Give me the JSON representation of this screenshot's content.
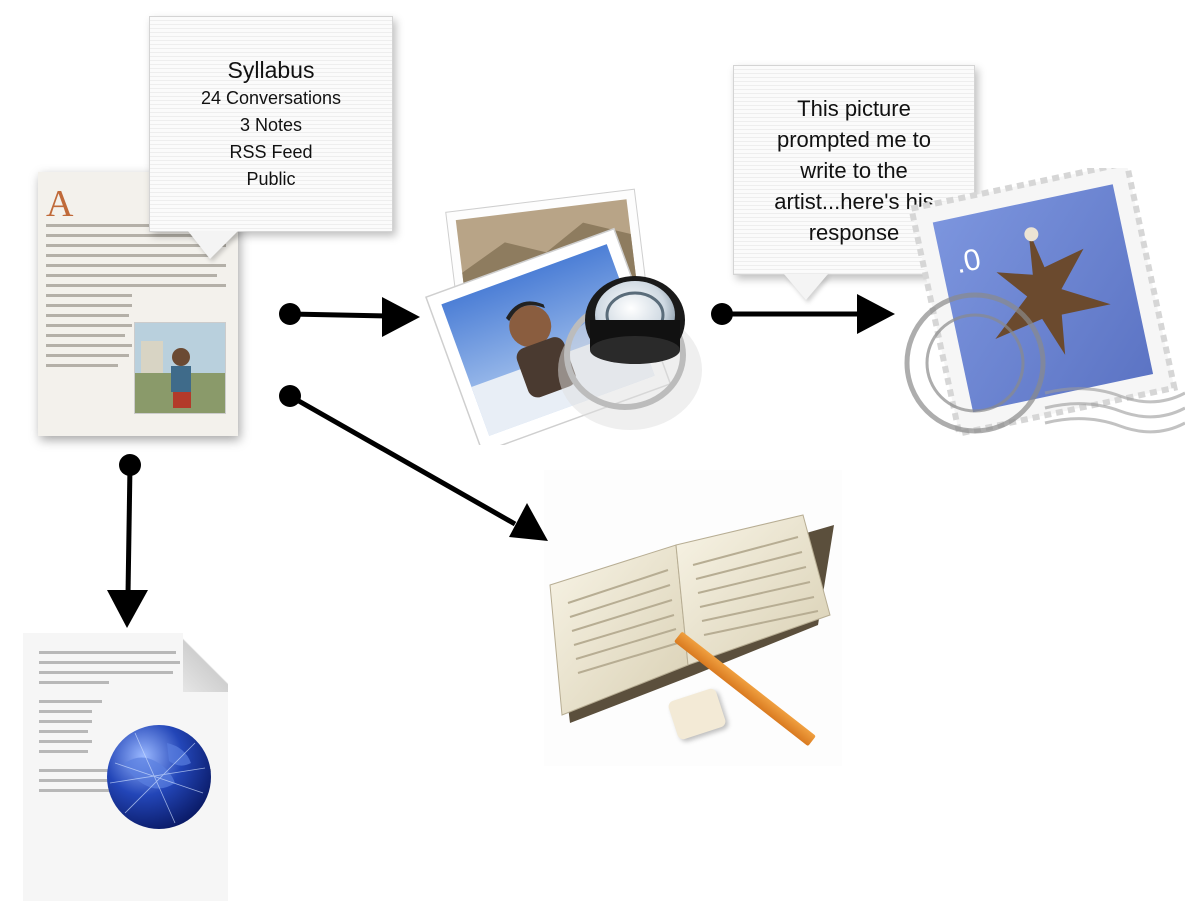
{
  "bubbles": {
    "syllabus": {
      "title": "Syllabus",
      "lines": [
        "24 Conversations",
        "3 Notes",
        "RSS Feed",
        "Public"
      ]
    },
    "picture_note": {
      "lines": [
        "This picture",
        "prompted me to",
        "write to the",
        "artist...here's his",
        "response"
      ]
    }
  },
  "stamp_denomination": ".0",
  "nodes": [
    {
      "name": "source-document",
      "icon": "text-document-with-photo"
    },
    {
      "name": "photo-viewer",
      "icon": "photo-loupe-icon"
    },
    {
      "name": "mail",
      "icon": "mail-stamp-eagle-icon"
    },
    {
      "name": "dictionary",
      "icon": "open-book-pencil-icon"
    },
    {
      "name": "web-document",
      "icon": "web-document-globe-icon"
    }
  ],
  "edges": [
    {
      "from": "source-document",
      "to": "photo-viewer"
    },
    {
      "from": "photo-viewer",
      "to": "mail"
    },
    {
      "from": "source-document",
      "to": "dictionary"
    },
    {
      "from": "source-document",
      "to": "web-document"
    }
  ],
  "colors": {
    "arrow": "#000000",
    "stamp_blue": "#6f87d4",
    "dropcap": "#c06a3a",
    "globe": "#2346b8"
  }
}
